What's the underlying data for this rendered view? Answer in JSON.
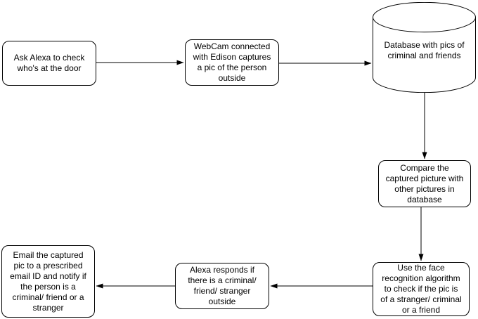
{
  "diagram": {
    "background_color": "#ffffff",
    "node_fill_color": "#ffffff",
    "node_border_color": "#000000",
    "text_color": "#000000",
    "arrow_color": "#000000",
    "nodes": {
      "ask_alexa": {
        "shape": "rounded-rectangle",
        "lines": [
          "Ask Alexa to check",
          "who's at the door"
        ]
      },
      "webcam": {
        "shape": "rounded-rectangle",
        "lines": [
          "WebCam connected",
          "with Edison captures",
          "a pic of the person",
          "outside"
        ]
      },
      "database": {
        "shape": "cylinder",
        "lines": [
          "Database with pics of",
          "criminal and friends"
        ]
      },
      "compare": {
        "shape": "rounded-rectangle",
        "lines": [
          "Compare the",
          "captured picture with",
          "other pictures in",
          "database"
        ]
      },
      "face_recognition": {
        "shape": "rounded-rectangle",
        "lines": [
          "Use the face",
          "recognition algorithm",
          "to check if the pic is",
          "of a stranger/ criminal",
          "or a friend"
        ]
      },
      "alexa_responds": {
        "shape": "rounded-rectangle",
        "lines": [
          "Alexa responds if",
          "there is a criminal/",
          "friend/ stranger",
          "outside"
        ]
      },
      "email": {
        "shape": "rounded-rectangle",
        "lines": [
          "Email the captured",
          "pic to a prescribed",
          "email ID and notify if",
          "the person is a",
          "criminal/ friend or a",
          "stranger"
        ]
      }
    },
    "edges": [
      {
        "from": "ask_alexa",
        "to": "webcam"
      },
      {
        "from": "webcam",
        "to": "database"
      },
      {
        "from": "database",
        "to": "compare"
      },
      {
        "from": "compare",
        "to": "face_recognition"
      },
      {
        "from": "face_recognition",
        "to": "alexa_responds"
      },
      {
        "from": "alexa_responds",
        "to": "email"
      }
    ]
  }
}
